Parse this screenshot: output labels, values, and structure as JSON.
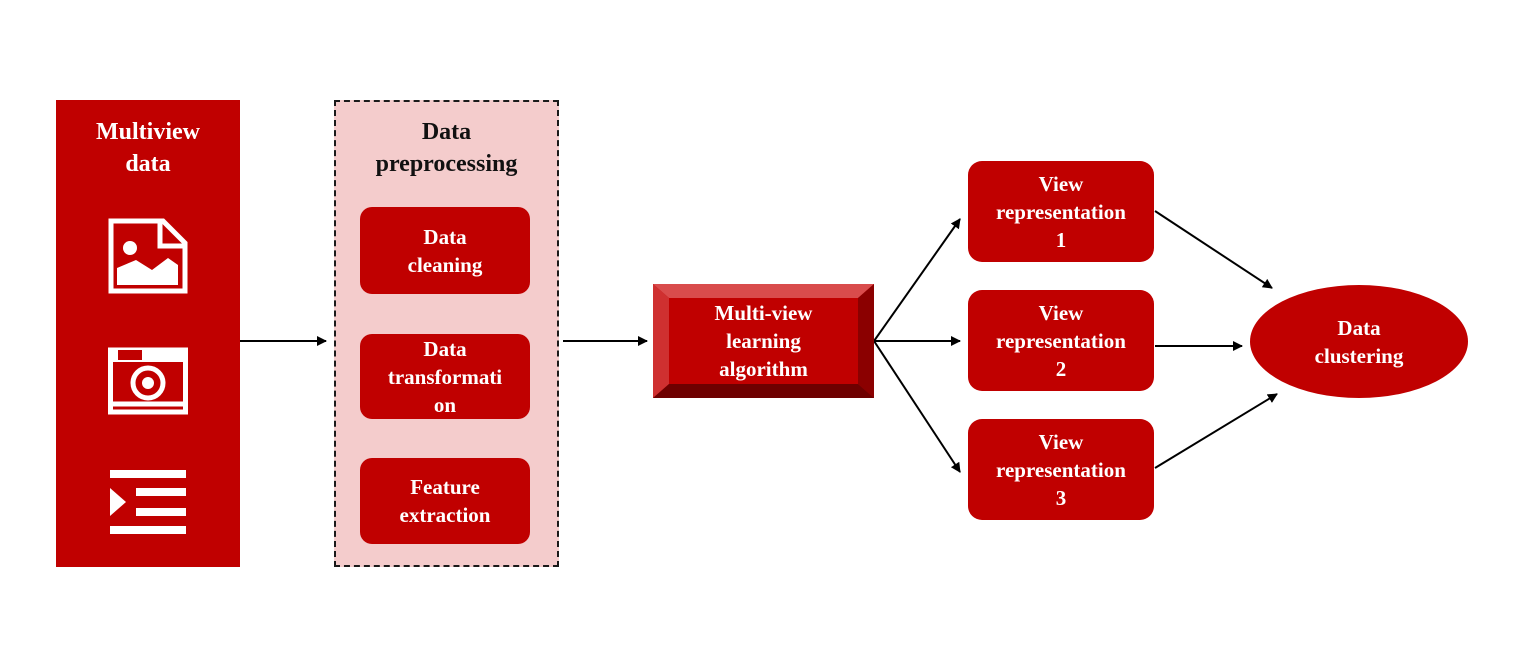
{
  "colors": {
    "primary": "#c00000",
    "panel_fill": "#f4cccc",
    "arrow": "#000000"
  },
  "multiview_data": {
    "title": "Multiview\ndata",
    "icons": [
      "image-file-icon",
      "camera-icon",
      "text-list-icon"
    ]
  },
  "preprocessing": {
    "title": "Data\npreprocessing",
    "steps": [
      "Data\ncleaning",
      "Data\ntransformati\non",
      "Feature\nextraction"
    ]
  },
  "learning": {
    "label": "Multi-view\nlearning\nalgorithm"
  },
  "views": [
    "View\nrepresentation\n1",
    "View\nrepresentation\n2",
    "View\nrepresentation\n3"
  ],
  "clustering": {
    "label": "Data\nclustering"
  }
}
